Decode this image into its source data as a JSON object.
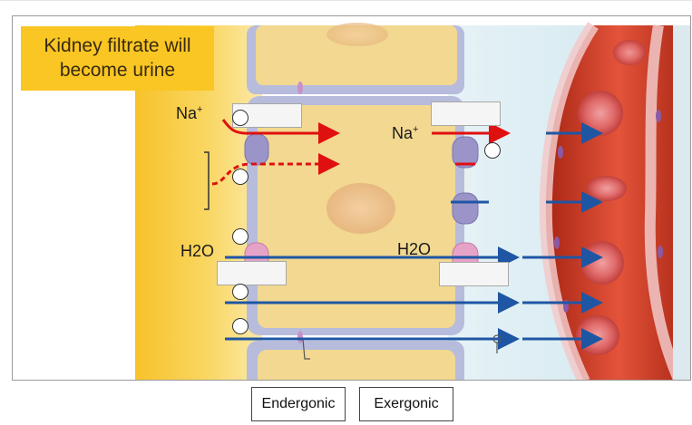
{
  "diagram": {
    "title_lines": [
      "Kidney filtrate will",
      "become urine"
    ],
    "labels": {
      "sodium_left": "Na",
      "sodium_right": "Na",
      "sodium_charge": "+",
      "water_left": "H2O",
      "water_right": "H2O"
    }
  },
  "answer_options": [
    {
      "label": "Endergonic"
    },
    {
      "label": "Exergonic"
    }
  ],
  "colors": {
    "filtrate": "#f9c623",
    "cell": "#f2d890",
    "membrane": "#aeb4d8",
    "blood_vessel": "#c8321e",
    "sodium_arrow": "#e01010",
    "water_arrow": "#1f56a4"
  }
}
